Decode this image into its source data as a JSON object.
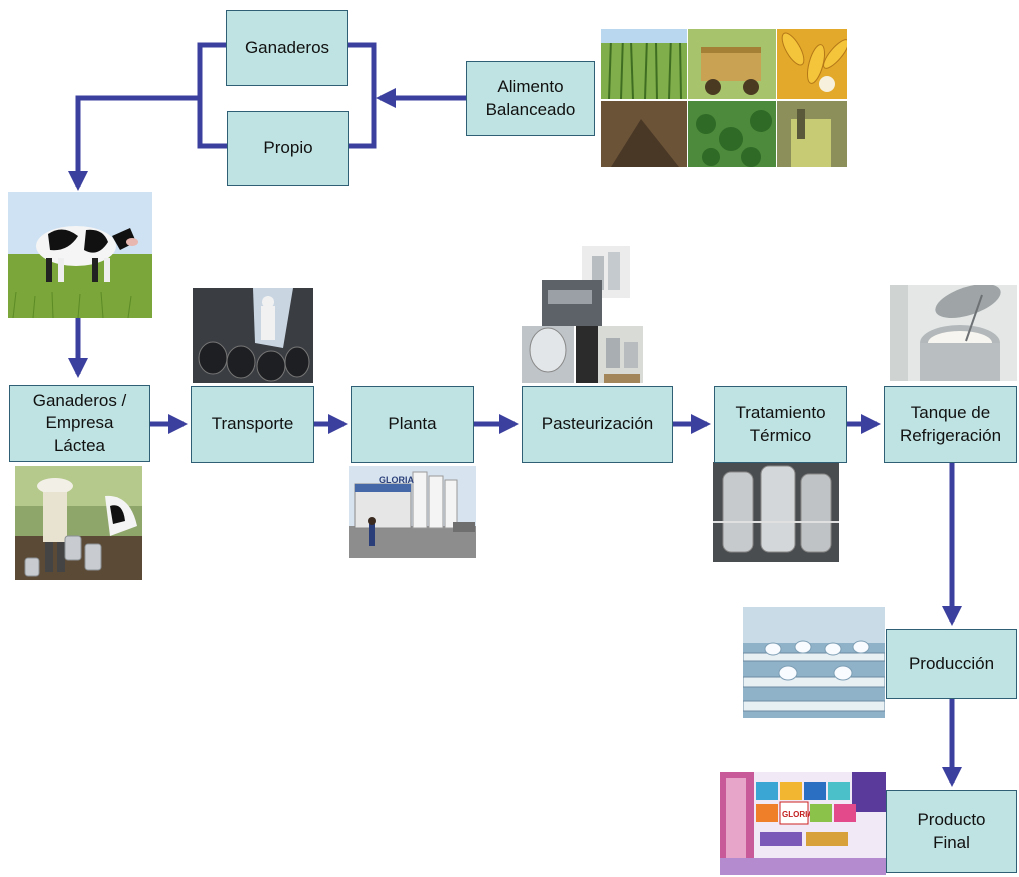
{
  "nodes": {
    "ganaderos_top": "Ganaderos",
    "propio": "Propio",
    "alimento": "Alimento\nBalanceado",
    "ganaderos_empresa": "Ganaderos /\nEmpresa\nLáctea",
    "transporte": "Transporte",
    "planta": "Planta",
    "pasteurizacion": "Pasteurización",
    "tratamiento": "Tratamiento\nTérmico",
    "tanque": "Tanque de\nRefrigeración",
    "produccion": "Producción",
    "producto_final": "Producto\nFinal"
  },
  "photos": {
    "planta_sign": "GLORIA",
    "producto_brand": "GLORIA"
  },
  "colors": {
    "box_fill": "#bfe3e2",
    "box_border": "#2f5f74",
    "connector": "#3b3f9e"
  }
}
